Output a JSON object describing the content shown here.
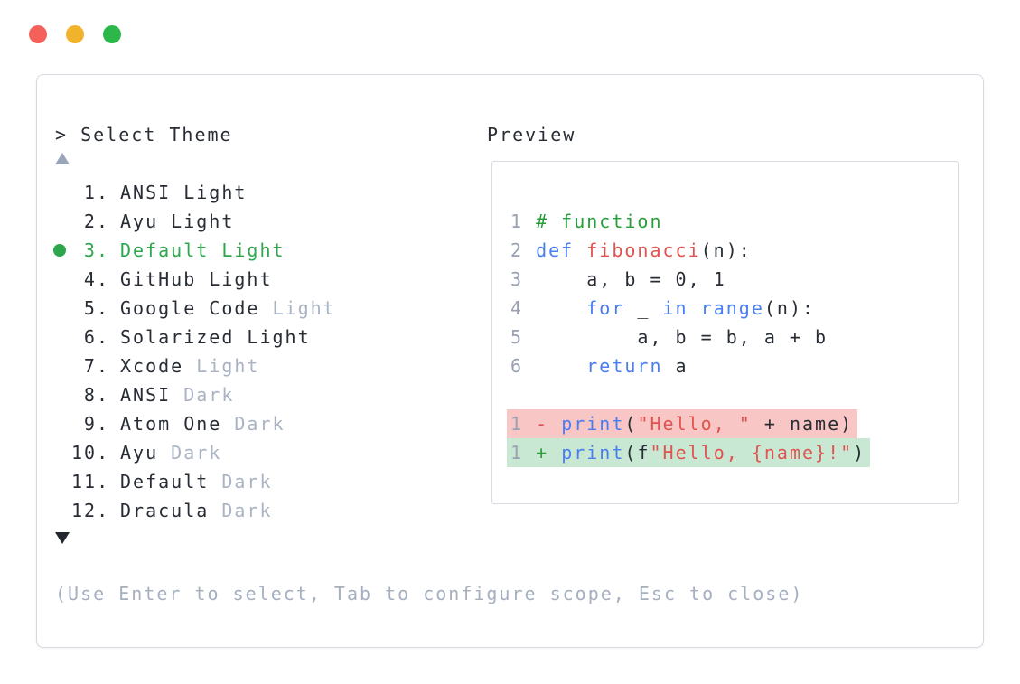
{
  "colors": {
    "tl-red": "#f4605a",
    "tl-yellow": "#f2b32c",
    "tl-green": "#2bb848",
    "border": "#d5d9e0",
    "border2": "#d8dbe2",
    "dark": "#282d35",
    "dim": "#aab3c3",
    "hint": "#a6afc0",
    "ln": "#99a1b3",
    "green": "#2ca74c",
    "green2": "#279e38",
    "blue": "#4a7df0",
    "red": "#e0534f",
    "del-bg": "#f8c6c4",
    "ins-bg": "#c8e8d4",
    "arrow-up": "#9aa6b8",
    "arrow-down": "#232830"
  },
  "window": {
    "traffic_lights": [
      "close",
      "minimize",
      "maximize"
    ]
  },
  "selector": {
    "prompt_symbol": ">",
    "title": "Select Theme",
    "items": [
      {
        "number": "1",
        "name": "ANSI Light",
        "dim": "",
        "selected": false
      },
      {
        "number": "2",
        "name": "Ayu Light",
        "dim": "",
        "selected": false
      },
      {
        "number": "3",
        "name": "Default Light",
        "dim": "",
        "selected": true
      },
      {
        "number": "4",
        "name": "GitHub Light",
        "dim": "",
        "selected": false
      },
      {
        "number": "5",
        "name": "Google Code",
        "dim": "Light",
        "selected": false
      },
      {
        "number": "6",
        "name": "Solarized Light",
        "dim": "",
        "selected": false
      },
      {
        "number": "7",
        "name": "Xcode",
        "dim": "Light",
        "selected": false
      },
      {
        "number": "8",
        "name": "ANSI",
        "dim": "Dark",
        "selected": false
      },
      {
        "number": "9",
        "name": "Atom One",
        "dim": "Dark",
        "selected": false
      },
      {
        "number": "10",
        "name": "Ayu",
        "dim": "Dark",
        "selected": false
      },
      {
        "number": "11",
        "name": "Default",
        "dim": "Dark",
        "selected": false
      },
      {
        "number": "12",
        "name": "Dracula",
        "dim": "Dark",
        "selected": false
      }
    ],
    "hint": "(Use Enter to select, Tab to configure scope, Esc to close)"
  },
  "preview": {
    "title": "Preview",
    "code_lines": [
      {
        "num": "1",
        "tokens": [
          {
            "text": "# function",
            "style": "comment"
          }
        ]
      },
      {
        "num": "2",
        "tokens": [
          {
            "text": "def",
            "style": "keyword"
          },
          {
            "text": " ",
            "style": "plain"
          },
          {
            "text": "fibonacci",
            "style": "function"
          },
          {
            "text": "(n):",
            "style": "plain"
          }
        ]
      },
      {
        "num": "3",
        "tokens": [
          {
            "text": "    a, b = 0, 1",
            "style": "plain"
          }
        ]
      },
      {
        "num": "4",
        "tokens": [
          {
            "text": "    ",
            "style": "plain"
          },
          {
            "text": "for",
            "style": "keyword"
          },
          {
            "text": " _ ",
            "style": "plain"
          },
          {
            "text": "in",
            "style": "keyword"
          },
          {
            "text": " ",
            "style": "plain"
          },
          {
            "text": "range",
            "style": "keyword"
          },
          {
            "text": "(n):",
            "style": "plain"
          }
        ]
      },
      {
        "num": "5",
        "tokens": [
          {
            "text": "        a, b = b, a + b",
            "style": "plain"
          }
        ]
      },
      {
        "num": "6",
        "tokens": [
          {
            "text": "    ",
            "style": "plain"
          },
          {
            "text": "return",
            "style": "keyword"
          },
          {
            "text": " a",
            "style": "plain"
          }
        ]
      }
    ],
    "diff_lines": [
      {
        "num": "1",
        "sign": "-",
        "type": "deletion",
        "tokens": [
          {
            "text": "print",
            "style": "keyword"
          },
          {
            "text": "(",
            "style": "plain"
          },
          {
            "text": "\"Hello, \"",
            "style": "string"
          },
          {
            "text": " + name)",
            "style": "plain"
          }
        ]
      },
      {
        "num": "1",
        "sign": "+",
        "type": "addition",
        "tokens": [
          {
            "text": "print",
            "style": "keyword"
          },
          {
            "text": "(f",
            "style": "plain"
          },
          {
            "text": "\"Hello, {name}!\"",
            "style": "string"
          },
          {
            "text": ")",
            "style": "plain"
          }
        ]
      }
    ]
  }
}
